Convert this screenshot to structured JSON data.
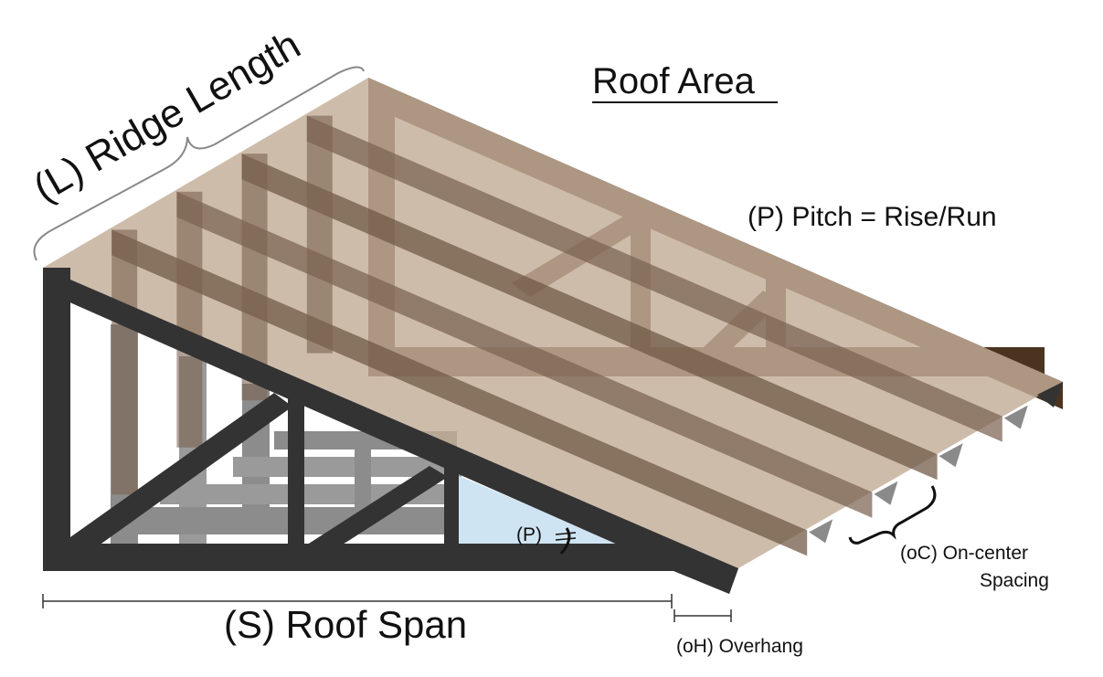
{
  "title": "Roof Area",
  "labels": {
    "ridge_length": "(L) Ridge Length",
    "pitch": "(P) Pitch = Rise/Run",
    "pitch_angle": "(P)",
    "roof_span": "(S) Roof Span",
    "overhang": "(oH) Overhang",
    "on_center_line1": "(oC) On-center",
    "on_center_line2": "Spacing"
  },
  "truss_count": 6,
  "colors": {
    "front_truss": "#333333",
    "ridge_truss": "#4a3420",
    "roof_sheet": "#c3ad98",
    "intermediate_truss": "#8a7260",
    "hidden_truss": "#9a9a9a",
    "pitch_triangle": "#cfe4f3",
    "text": "#111111"
  }
}
